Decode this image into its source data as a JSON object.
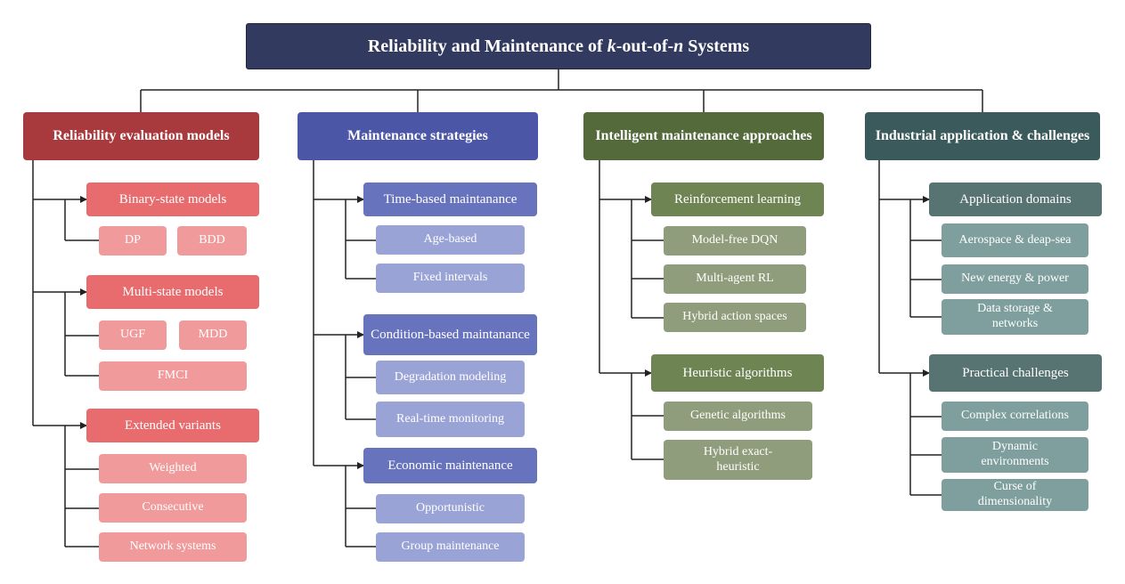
{
  "root": {
    "pre": "Reliability and Maintenance of ",
    "k": "k",
    "mid": "-out-of-",
    "n": "n",
    "post": " Systems"
  },
  "col1": {
    "title": "Reliability evaluation models",
    "binary": {
      "label": "Binary-state models",
      "items": [
        "DP",
        "BDD"
      ]
    },
    "multi": {
      "label": "Multi-state models",
      "items": [
        "UGF",
        "MDD",
        "FMCI"
      ]
    },
    "extended": {
      "label": "Extended variants",
      "items": [
        "Weighted",
        "Consecutive",
        "Network systems"
      ]
    }
  },
  "col2": {
    "title": "Maintenance strategies",
    "time": {
      "label": "Time-based maintanance",
      "items": [
        "Age-based",
        "Fixed intervals"
      ]
    },
    "condition": {
      "label": "Condition-based maintanance",
      "items": [
        "Degradation modeling",
        "Real-time monitoring"
      ]
    },
    "economic": {
      "label": "Economic maintenance",
      "items": [
        "Opportunistic",
        "Group maintenance"
      ]
    }
  },
  "col3": {
    "title": "Intelligent maintenance approaches",
    "rl": {
      "label": "Reinforcement learning",
      "items": [
        "Model-free DQN",
        "Multi-agent RL",
        "Hybrid action spaces"
      ]
    },
    "heur": {
      "label": "Heuristic algorithms",
      "items": [
        "Genetic algorithms",
        "Hybrid exact-heuristic"
      ]
    }
  },
  "col4": {
    "title": "Industrial application & challenges",
    "app": {
      "label": "Application domains",
      "items": [
        "Aerospace & deap-sea",
        "New energy & power",
        "Data storage & networks"
      ]
    },
    "chal": {
      "label": "Practical challenges",
      "items": [
        "Complex correlations",
        "Dynamic environments",
        "Curse of dimensionality"
      ]
    }
  }
}
